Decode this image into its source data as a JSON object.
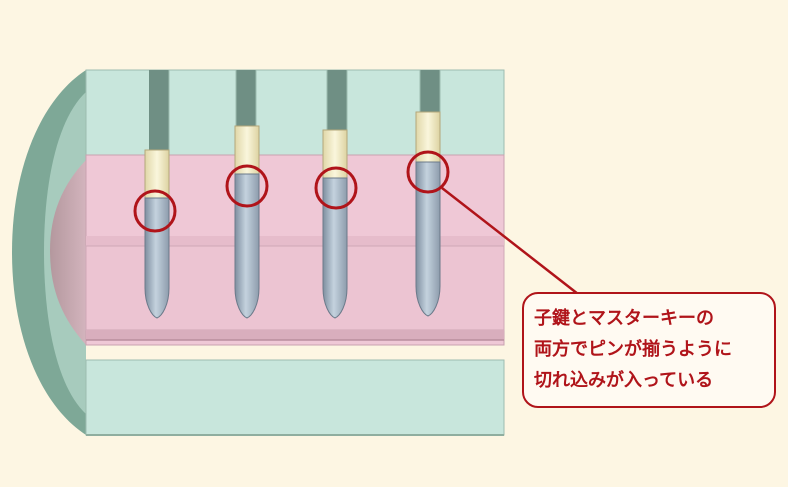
{
  "colors": {
    "background": "#fdf6e3",
    "cylinder_body": "#c8e6dc",
    "plug": "#efc8d6",
    "pin": "#a8b8c8",
    "driver_pin": "#f4eec8",
    "highlight": "#b0141a"
  },
  "callout": {
    "lines": [
      "子鍵とマスターキーの",
      "両方でピンが揃うように",
      "切れ込みが入っている"
    ]
  }
}
